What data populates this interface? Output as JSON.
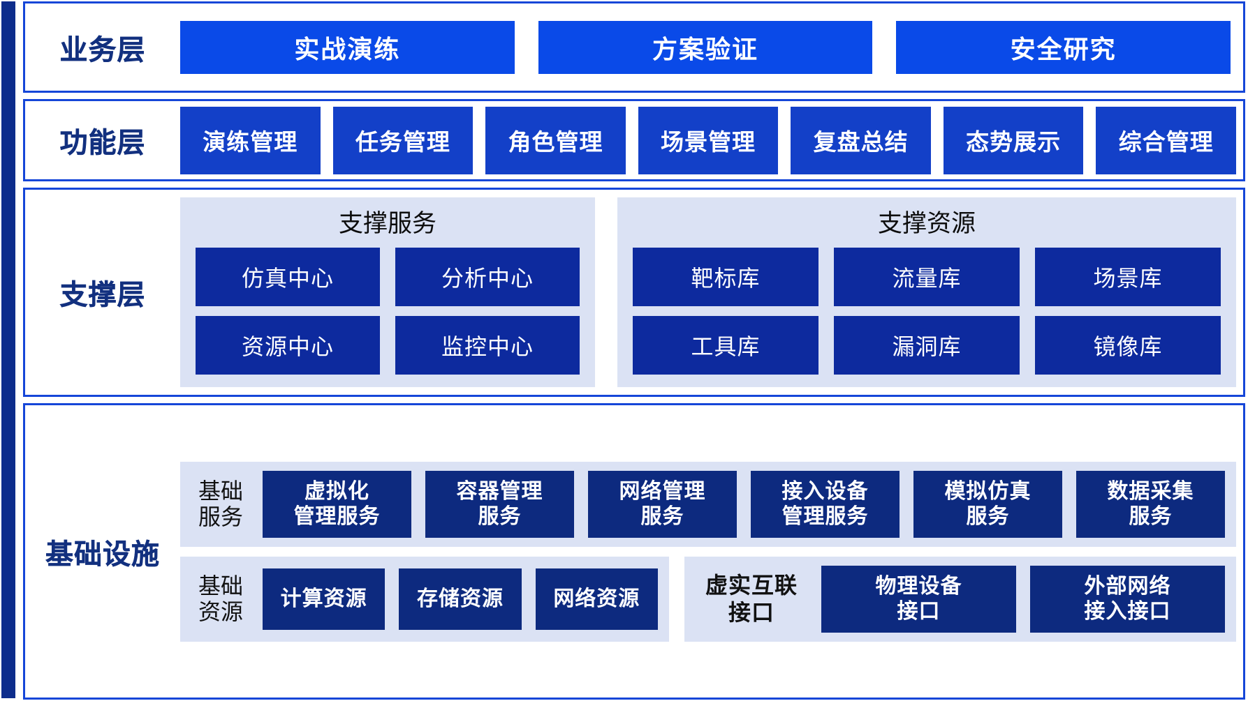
{
  "colors": {
    "accent_bar": "#0d2d8c",
    "frame_border": "#1546d8",
    "business_tile": "#0a4ae8",
    "function_tile": "#1340c8",
    "support_tile": "#0d2a9e",
    "infra_tile": "#0d2a7f",
    "group_bg": "#dbe2f4",
    "title_text": "#12307f"
  },
  "layers": {
    "business": {
      "title": "业务层",
      "tiles": [
        {
          "label": "实战演练"
        },
        {
          "label": "方案验证"
        },
        {
          "label": "安全研究"
        }
      ]
    },
    "function": {
      "title": "功能层",
      "tiles": [
        {
          "label": "演练管理"
        },
        {
          "label": "任务管理"
        },
        {
          "label": "角色管理"
        },
        {
          "label": "场景管理"
        },
        {
          "label": "复盘总结"
        },
        {
          "label": "态势展示"
        },
        {
          "label": "综合管理"
        }
      ]
    },
    "support": {
      "title": "支撑层",
      "groups": [
        {
          "title": "支撑服务",
          "rows": [
            [
              {
                "label": "仿真中心"
              },
              {
                "label": "分析中心"
              }
            ],
            [
              {
                "label": "资源中心"
              },
              {
                "label": "监控中心"
              }
            ]
          ]
        },
        {
          "title": "支撑资源",
          "rows": [
            [
              {
                "label": "靶标库"
              },
              {
                "label": "流量库"
              },
              {
                "label": "场景库"
              }
            ],
            [
              {
                "label": "工具库"
              },
              {
                "label": "漏洞库"
              },
              {
                "label": "镜像库"
              }
            ]
          ]
        }
      ]
    },
    "infrastructure": {
      "title": "基础设施",
      "bands": [
        {
          "name": "services",
          "label": "基础\n服务",
          "label_lines": [
            "基础",
            "服务"
          ],
          "tiles": [
            {
              "label": "虚拟化\n管理服务",
              "lines": [
                "虚拟化",
                "管理服务"
              ],
              "filled": true
            },
            {
              "label": "容器管理\n服务",
              "lines": [
                "容器管理",
                "服务"
              ],
              "filled": true
            },
            {
              "label": "网络管理\n服务",
              "lines": [
                "网络管理",
                "服务"
              ],
              "filled": true
            },
            {
              "label": "接入设备\n管理服务",
              "lines": [
                "接入设备",
                "管理服务"
              ],
              "filled": true
            },
            {
              "label": "模拟仿真\n服务",
              "lines": [
                "模拟仿真",
                "服务"
              ],
              "filled": true
            },
            {
              "label": "数据采集\n服务",
              "lines": [
                "数据采集",
                "服务"
              ],
              "filled": true
            }
          ]
        },
        {
          "name": "resources",
          "label_lines": [
            "基础",
            "资源"
          ],
          "tiles": [
            {
              "lines": [
                "计算资源"
              ],
              "filled": true
            },
            {
              "lines": [
                "存储资源"
              ],
              "filled": true
            },
            {
              "lines": [
                "网络资源"
              ],
              "filled": true
            }
          ]
        },
        {
          "name": "interfaces",
          "label_lines": [],
          "tiles": [
            {
              "lines": [
                "虚实互联",
                "接口"
              ],
              "filled": false
            },
            {
              "lines": [
                "物理设备",
                "接口"
              ],
              "filled": true
            },
            {
              "lines": [
                "外部网络",
                "接入接口"
              ],
              "filled": true
            }
          ]
        }
      ]
    }
  }
}
